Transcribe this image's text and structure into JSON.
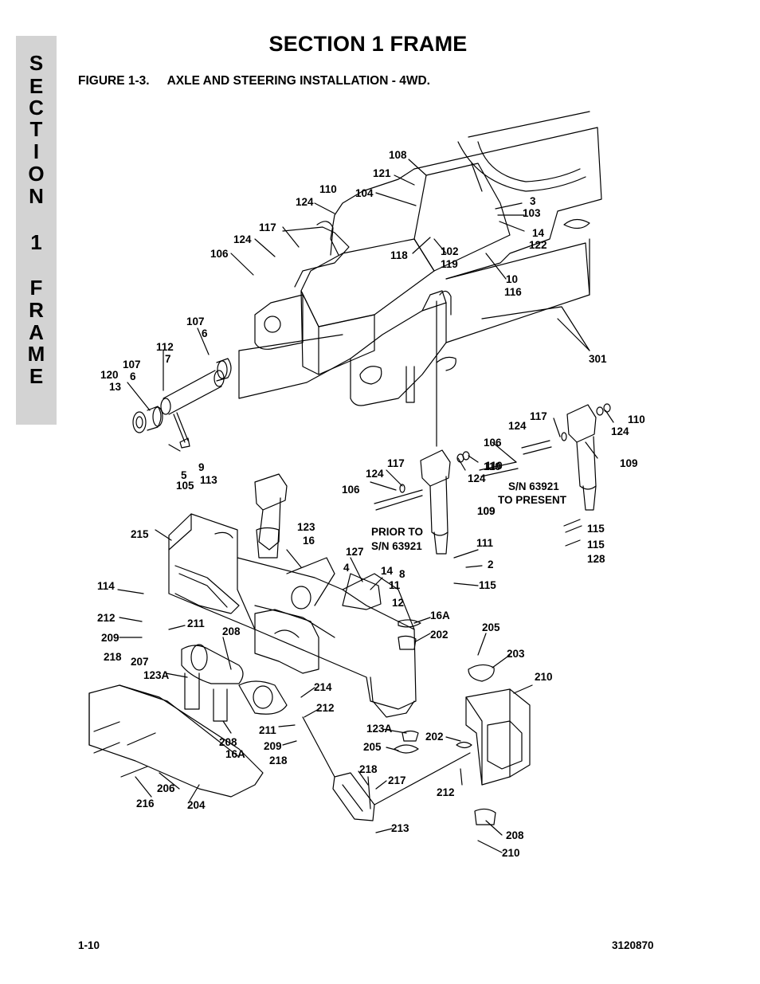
{
  "side_tab": {
    "letters": [
      "S",
      "E",
      "C",
      "T",
      "I",
      "O",
      "N",
      " ",
      "1",
      " ",
      "F",
      "R",
      "A",
      "M",
      "E"
    ]
  },
  "page": {
    "title": "SECTION 1  FRAME",
    "figure_number": "FIGURE 1-3.",
    "figure_title": "AXLE AND STEERING INSTALLATION - 4WD."
  },
  "diagram": {
    "callouts": [
      "108",
      "121",
      "104",
      "110",
      "124",
      "3",
      "103",
      "14",
      "122",
      "117",
      "124",
      "106",
      "118",
      "102",
      "119",
      "10",
      "116",
      "107",
      "6",
      "112",
      "7",
      "107",
      "6",
      "120",
      "13",
      "301",
      "117",
      "110",
      "124",
      "124",
      "106",
      "110",
      "109",
      "S/N 63921",
      "TO PRESENT",
      "109",
      "117",
      "124",
      "106",
      "109",
      "124",
      "110",
      "5",
      "105",
      "9",
      "113",
      "215",
      "123",
      "16",
      "PRIOR TO",
      "S/N 63921",
      "111",
      "115",
      "115",
      "128",
      "127",
      "4",
      "14",
      "8",
      "11",
      "12",
      "2",
      "115",
      "114",
      "212",
      "211",
      "209",
      "218",
      "208",
      "207",
      "123A",
      "16A",
      "202",
      "205",
      "203",
      "210",
      "214",
      "212",
      "211",
      "209",
      "218",
      "208",
      "16A",
      "123A",
      "205",
      "202",
      "218",
      "217",
      "212",
      "206",
      "216",
      "204",
      "213",
      "208",
      "210",
      "203"
    ],
    "stroke_color": "#000000"
  },
  "footer": {
    "page_number": "1-10",
    "doc_number": "3120870"
  }
}
